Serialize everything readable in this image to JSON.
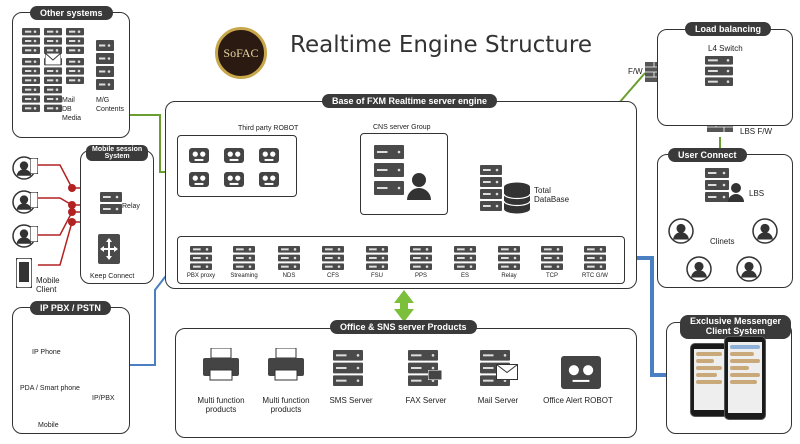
{
  "title": "Realtime Engine Structure",
  "logo_text": "SoFAC",
  "colors": {
    "link_green": "#6a9e2e",
    "link_blue": "#4a7fc1",
    "link_red": "#b22222",
    "firewall": "#555",
    "lock_orange": "#e8a33a",
    "arrow_green": "#7bbf3a"
  },
  "other_systems": {
    "label": "Other systems",
    "items": [
      "Mail",
      "DB",
      "Media",
      "M/G",
      "Contents"
    ]
  },
  "mobile_session": {
    "label": "Mobile session\nSystem",
    "relay": "Relay",
    "keep_connect": "Keep Connect",
    "mobile_client": "Mobile\nClient"
  },
  "ip_pbx": {
    "label": "IP PBX / PSTN",
    "ip_phone": "IP Phone",
    "pda": "PDA / Smart phone",
    "mobile": "Mobile",
    "ippbx": "IP/PBX"
  },
  "base": {
    "label": "Base of FXM Realtime server engine",
    "third_party": "Third party ROBOT",
    "cns_group": "CNS server Group",
    "total_db": "Total\nDataBase",
    "servers": [
      "PBX proxy",
      "Streaming",
      "NDS",
      "CFS",
      "FSU",
      "PPS",
      "ES",
      "Relay",
      "TCP",
      "RTC G/W"
    ]
  },
  "load_balancing": {
    "label": "Load balancing",
    "l4": "L4 Switch",
    "fw": "F/W",
    "lbs_fw": "LBS F/W"
  },
  "user_connect": {
    "label": "User Connect",
    "lbs": "LBS",
    "clients": "Clinets"
  },
  "office": {
    "label": "Office & SNS server Products",
    "products": [
      "Multi function\nproducts",
      "Multi function\nproducts",
      "SMS Server",
      "FAX Server",
      "Mail Server",
      "Office Alert ROBOT"
    ]
  },
  "messenger": {
    "label": "Exclusive Messenger\nClient System"
  }
}
